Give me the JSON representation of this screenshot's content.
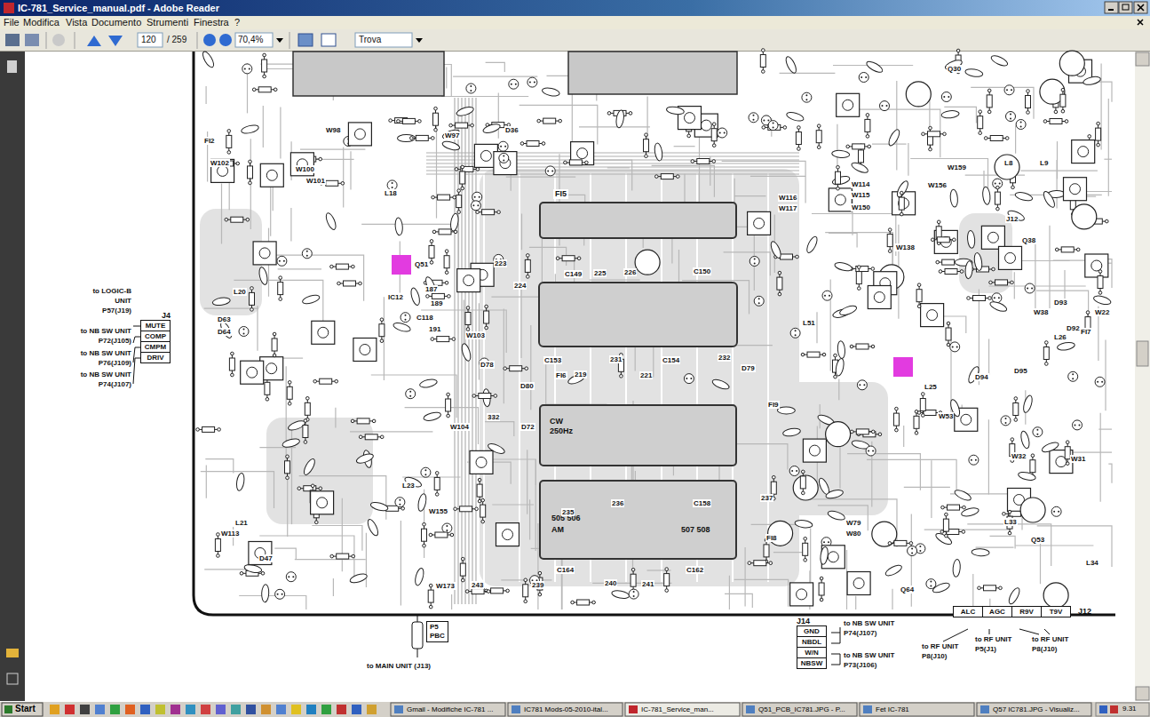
{
  "diagram": {
    "nodes": [
      {
        "text": [
          "J4"
        ]
      },
      {
        "text": [
          "MUTE"
        ],
        "in": 0
      },
      {
        "text": [
          "COMP"
        ],
        "in": 0
      },
      {
        "text": [
          "CMPM"
        ],
        "in": 0
      },
      {
        "text": [
          "DRIV"
        ],
        "in": 0
      },
      {
        "text": [
          "J14"
        ]
      },
      {
        "text": [
          "GND"
        ],
        "in": 5
      },
      {
        "text": [
          "NBDL"
        ],
        "in": 5
      },
      {
        "text": [
          "W/N"
        ],
        "in": 5
      },
      {
        "text": [
          "NBSW"
        ],
        "in": 5
      },
      {
        "text": [
          "J12"
        ]
      },
      {
        "text": [
          "ALC"
        ],
        "in": 10
      },
      {
        "text": [
          "AGC"
        ],
        "in": 10
      },
      {
        "text": [
          "R9V"
        ],
        "in": 10
      },
      {
        "text": [
          "T9V"
        ],
        "in": 10
      },
      {
        "text": [
          "P5",
          "PBC"
        ]
      },
      {
        "text": [
          "FI5"
        ]
      },
      {
        "text": [
          "CW 250Hz"
        ]
      },
      {
        "text": [
          "505 506",
          "AM",
          "507 508"
        ]
      }
    ],
    "labels": [
      "IC-781_Service_manual.pdf - Adobe Reader",
      "File",
      "Modifica",
      "Vista",
      "Documento",
      "Strumenti",
      "Finestra",
      "?",
      "120",
      "/ 259",
      "70,4%",
      "Trova",
      "to LOGIC-B UNIT P57(J19)",
      "to NB SW UNIT P72(J105)",
      "to NB SW UNIT P76(J109)",
      "to NB SW UNIT P74(J107)",
      "to NB SW UNIT P74(J107)",
      "to NB SW UNIT P73(J106)",
      "to RF UNIT P8(J10)",
      "to RF UNIT P5(J1)",
      "to RF UNIT P8(J10)",
      "to MAIN UNIT (J13)",
      "Q51",
      "L18",
      "IC12",
      "FI6",
      "FI7",
      "FI9",
      "FI8",
      "FI2",
      "L20",
      "L21",
      "L23",
      "L26",
      "L25",
      "L8",
      "L9",
      "L33",
      "L34",
      "L51",
      "J12",
      "Q38",
      "Q30",
      "Q53",
      "Q64",
      "223",
      "224",
      "225",
      "226",
      "C150",
      "C149",
      "231",
      "232",
      "C153",
      "C154",
      "219",
      "221",
      "235",
      "236",
      "C158",
      "237",
      "C164",
      "240",
      "241",
      "C162",
      "243",
      "239",
      "332",
      "187",
      "189",
      "C118",
      "191",
      "W103",
      "W104",
      "W113",
      "W173",
      "W155",
      "W98",
      "W97",
      "W102",
      "W101",
      "W100",
      "W116",
      "W117",
      "W114",
      "W115",
      "W150",
      "W156",
      "W159",
      "W138",
      "W38",
      "W22",
      "W53",
      "W32",
      "W31",
      "W79",
      "W80",
      "D93",
      "D92",
      "D94",
      "D95",
      "D78",
      "D80",
      "D79",
      "D72",
      "D36",
      "D47",
      "D63",
      "D64",
      "Start",
      "Gmail - Modifiche IC-781 ...",
      "IC781 Mods-05-2010-ital...",
      "IC-781_Service_man...",
      "Q51_PCB_IC781.JPG - P...",
      "Fet IC-781",
      "Q57 IC781.JPG - Visualiz...",
      "9.31"
    ]
  }
}
